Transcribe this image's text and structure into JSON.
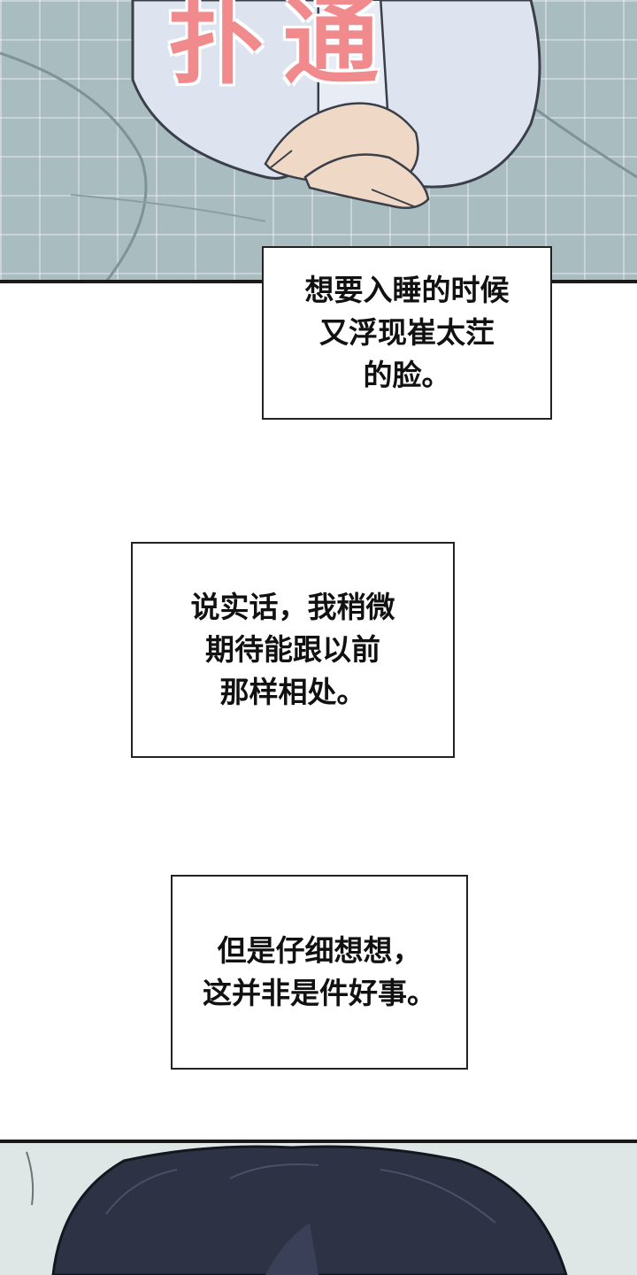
{
  "sound_effect": {
    "char_1": "扑",
    "char_2": "通"
  },
  "captions": [
    {
      "lines": "想要入睡的时候\n又浮现崔太茳\n的脸。"
    },
    {
      "lines": "说实话，我稍微\n期待能跟以前\n那样相处。"
    },
    {
      "lines": "但是仔细想想，\n这并非是件好事。"
    }
  ],
  "colors": {
    "bedsheet": "#a9bcc0",
    "sfx": "#f08a8c",
    "sleeve": "#dde4ef",
    "skin": "#efd9c6",
    "hair": "#2d3244",
    "border": "#1a1a1a"
  }
}
